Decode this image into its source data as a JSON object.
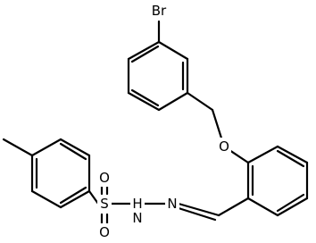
{
  "atoms": {
    "br": "Br",
    "o_ether": "O",
    "s": "S",
    "o_s1": "O",
    "o_s2": "O",
    "nh": "H",
    "n_nh": "N",
    "n_imine": "N"
  },
  "colors": {
    "bond": "#000000",
    "background": "#ffffff"
  }
}
